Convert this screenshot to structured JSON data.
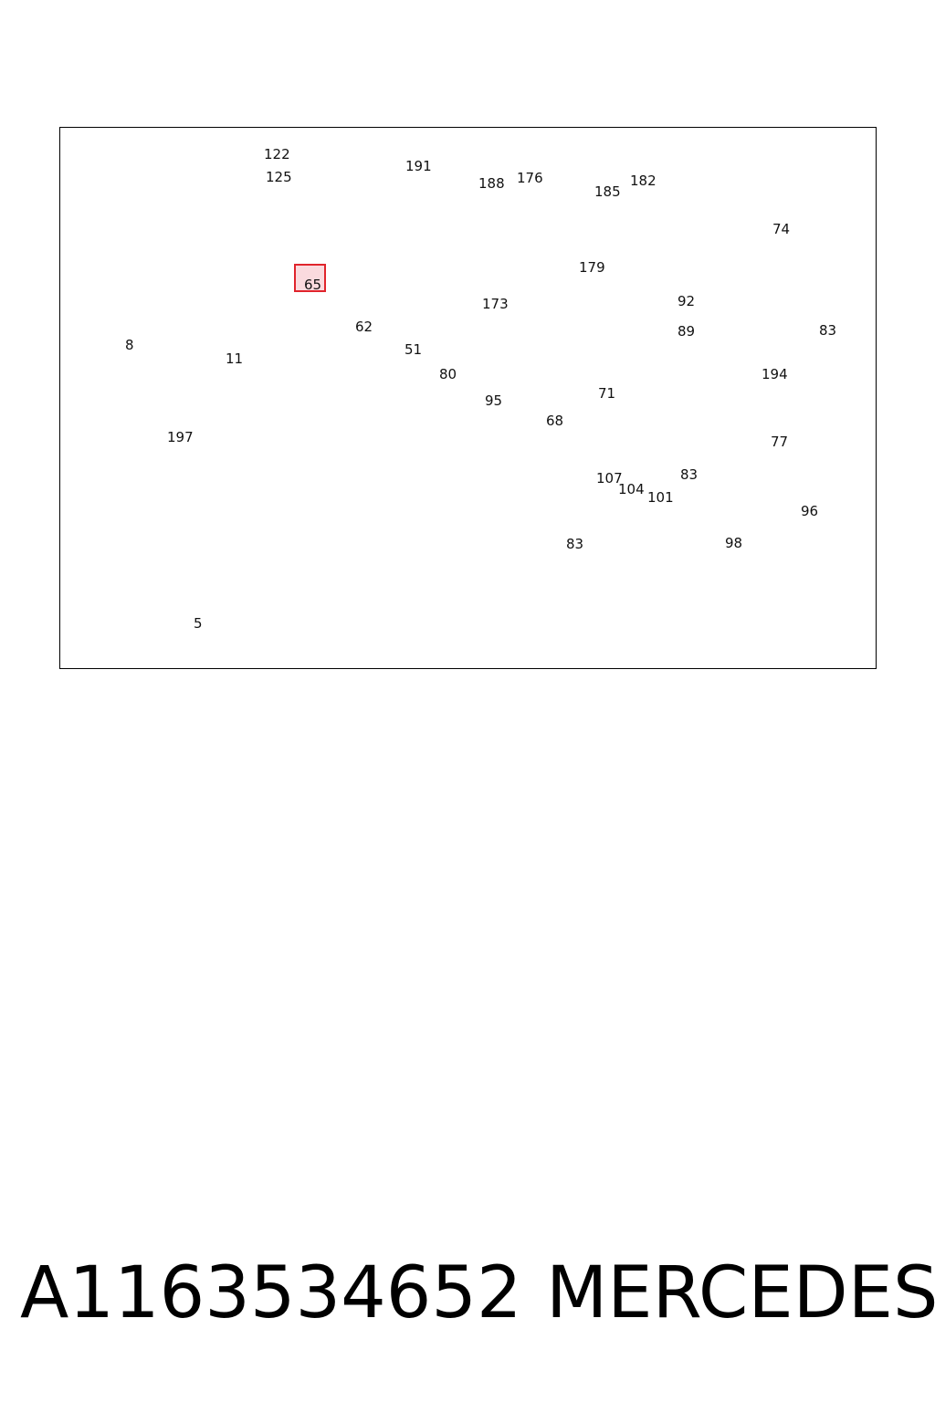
{
  "diagram": {
    "highlighted_part": "65",
    "labels": {
      "p122": "122",
      "p125": "125",
      "p191": "191",
      "p188": "188",
      "p176": "176",
      "p182": "182",
      "p185": "185",
      "p179": "179",
      "p173": "173",
      "p74": "74",
      "p92": "92",
      "p89": "89",
      "p83a": "83",
      "p8": "8",
      "p65": "65",
      "p11": "11",
      "p62": "62",
      "p51": "51",
      "p80": "80",
      "p95": "95",
      "p68": "68",
      "p71": "71",
      "p194": "194",
      "p77": "77",
      "p83b": "83",
      "p197": "197",
      "p107": "107",
      "p104": "104",
      "p101": "101",
      "p96": "96",
      "p83c": "83",
      "p98": "98",
      "p5": "5"
    }
  },
  "caption": {
    "part_number": "A1163534652",
    "brand": "MERCEDES"
  }
}
